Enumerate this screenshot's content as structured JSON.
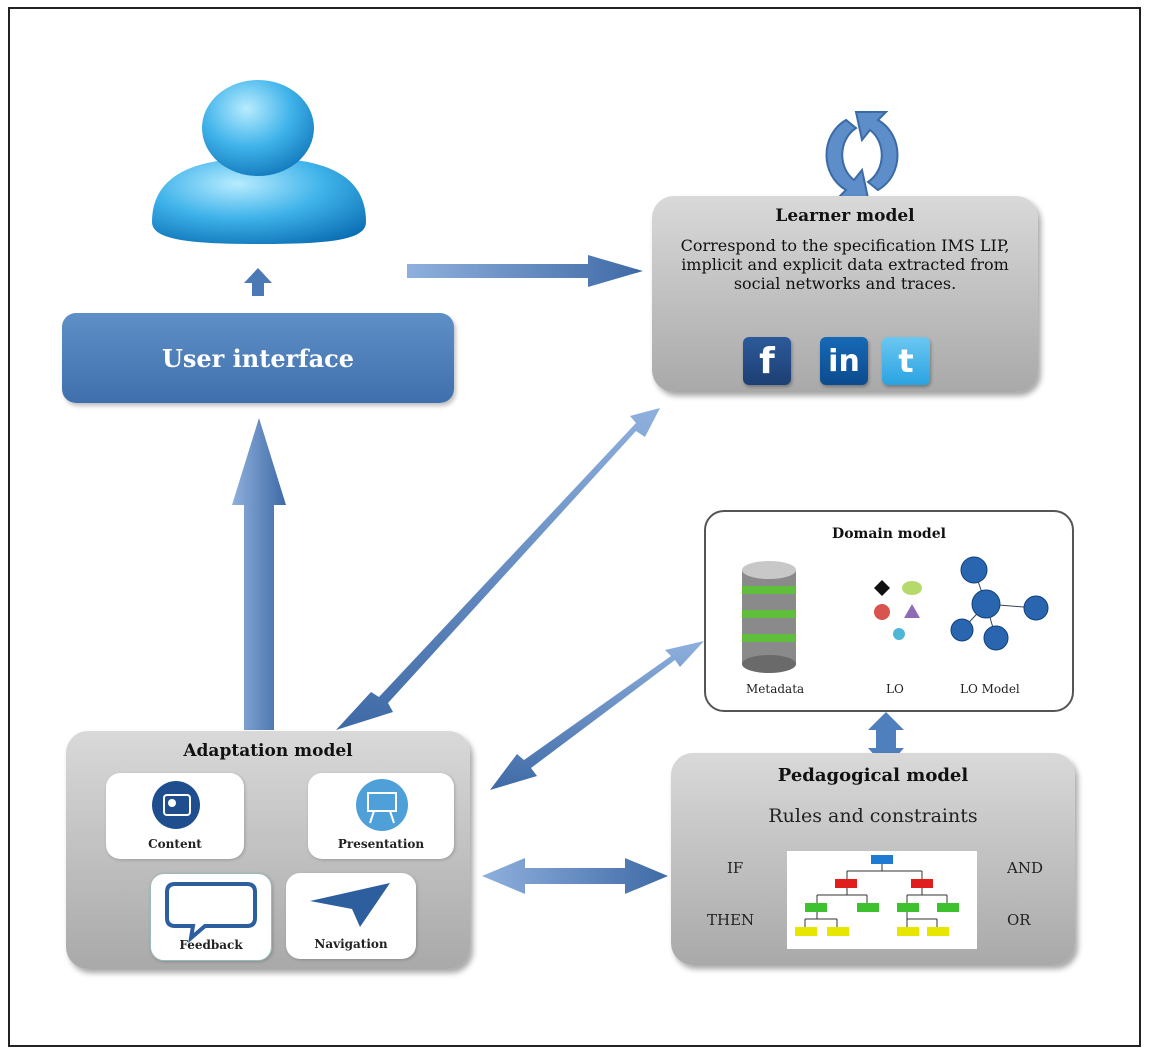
{
  "user_interface": {
    "label": "User interface"
  },
  "learner_model": {
    "title": "Learner model",
    "description": "Correspond to the specification IMS LIP, implicit and explicit data extracted from social networks and traces.",
    "social_icons": [
      "facebook-icon",
      "linkedin-icon",
      "twitter-icon"
    ]
  },
  "domain_model": {
    "title": "Domain model",
    "items": [
      "Metadata",
      "LO",
      "LO Model"
    ]
  },
  "adaptation_model": {
    "title": "Adaptation model",
    "tiles": [
      "Content",
      "Presentation",
      "Feedback",
      "Navigation"
    ]
  },
  "pedagogical_model": {
    "title": "Pedagogical model",
    "subtitle": "Rules and constraints",
    "keywords": {
      "if": "IF",
      "then": "THEN",
      "and": "AND",
      "or": "OR"
    }
  },
  "colors": {
    "arrow_blue": "#5b86c2",
    "box_grey": "#bfbfbf",
    "ui_blue": "#4a7bb7"
  }
}
